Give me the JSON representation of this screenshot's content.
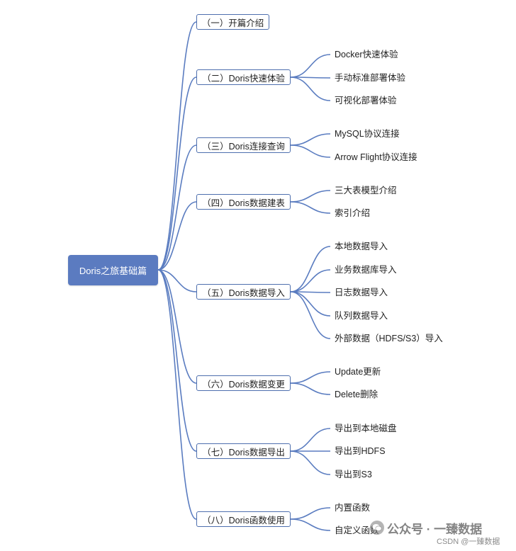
{
  "root": {
    "label": "Doris之旅基础篇"
  },
  "chapters": [
    {
      "label": "（一）开篇介绍",
      "children": []
    },
    {
      "label": "（二）Doris快速体验",
      "children": [
        "Docker快速体验",
        "手动标准部署体验",
        "可视化部署体验"
      ]
    },
    {
      "label": "（三）Doris连接查询",
      "children": [
        "MySQL协议连接",
        "Arrow Flight协议连接"
      ]
    },
    {
      "label": "（四）Doris数据建表",
      "children": [
        "三大表模型介绍",
        "索引介绍"
      ]
    },
    {
      "label": "（五）Doris数据导入",
      "children": [
        "本地数据导入",
        "业务数据库导入",
        "日志数据导入",
        "队列数据导入",
        "外部数据（HDFS/S3）导入"
      ]
    },
    {
      "label": "（六）Doris数据变更",
      "children": [
        "Update更新",
        "Delete删除"
      ]
    },
    {
      "label": "（七）Doris数据导出",
      "children": [
        "导出到本地磁盘",
        "导出到HDFS",
        "导出到S3"
      ]
    },
    {
      "label": "（八）Doris函数使用",
      "children": [
        "内置函数",
        "自定义函数"
      ]
    }
  ],
  "watermark": {
    "main": "公众号 · 一臻数据",
    "sub": "CSDN @一臻数据",
    "icon": "wechat-icon"
  },
  "colors": {
    "root_fill": "#5b7bc0",
    "node_border": "#4e6fae",
    "link": "#5a7cc0"
  }
}
